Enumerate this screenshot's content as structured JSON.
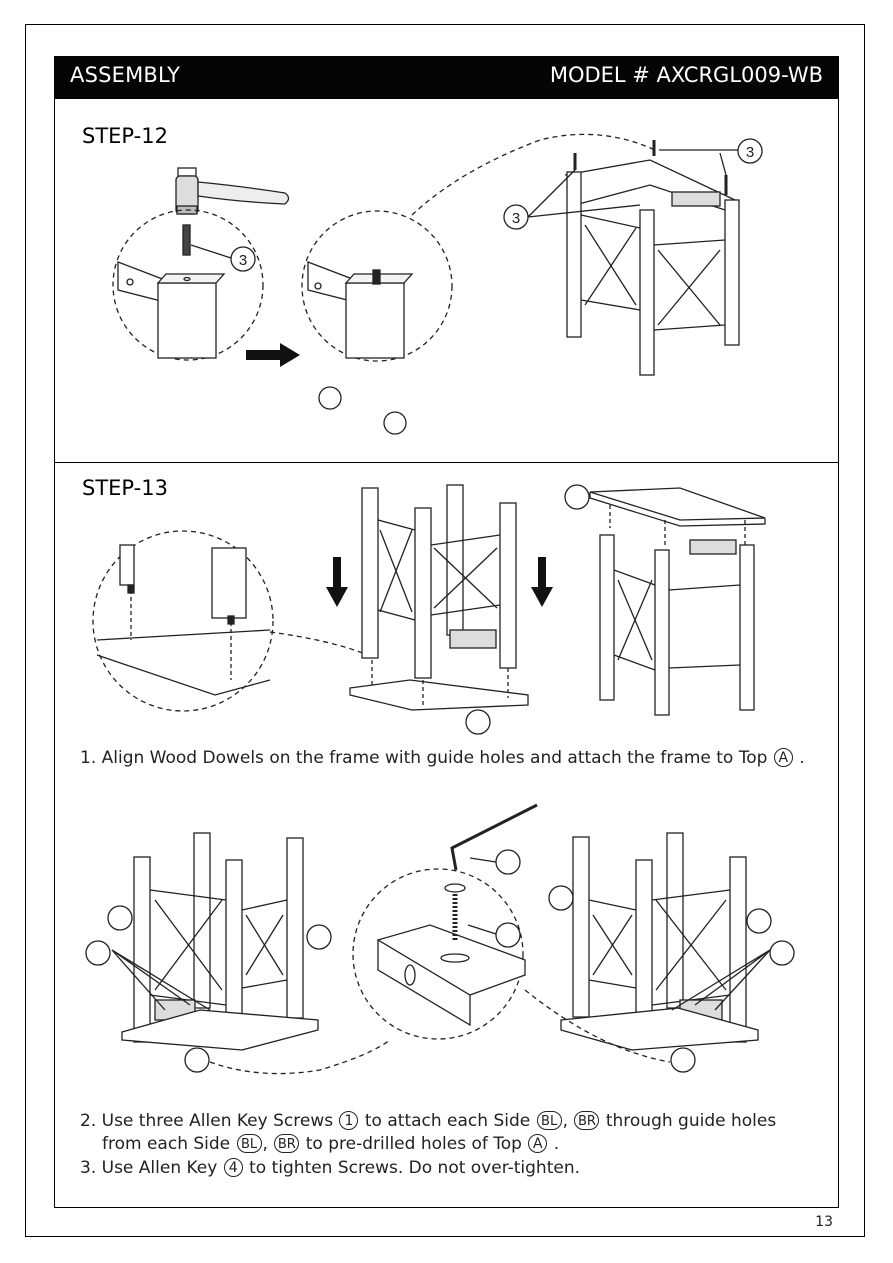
{
  "header": {
    "section": "ASSEMBLY",
    "model": "MODEL # AXCRGL009-WB"
  },
  "step12": {
    "title": "STEP-12",
    "callout_screw": "3"
  },
  "step13": {
    "title": "STEP-13",
    "instruction1": {
      "text": "1. Align Wood Dowels on the frame with guide holes and attach the frame to Top ",
      "ref": "A",
      "end": " ."
    },
    "instruction2": {
      "p1": "2. Use three Allen Key Screws ",
      "ref1": "1",
      "p2": " to attach each Side ",
      "ref2": "BL",
      "p3": ", ",
      "ref3": "BR",
      "p4": " through guide holes"
    },
    "instruction2b": {
      "p1": "from each Side ",
      "ref1": "BL",
      "p2": ", ",
      "ref2": "BR",
      "p3": " to pre-drilled holes of Top ",
      "ref3": "A",
      "p4": " ."
    },
    "instruction3": {
      "p1": "3. Use Allen Key ",
      "ref": "4",
      "p2": " to tighten Screws. Do not over-tighten."
    }
  },
  "page_number": "13",
  "colors": {
    "header_bg": "#050505",
    "header_text": "#ffffff",
    "line": "#222222"
  }
}
